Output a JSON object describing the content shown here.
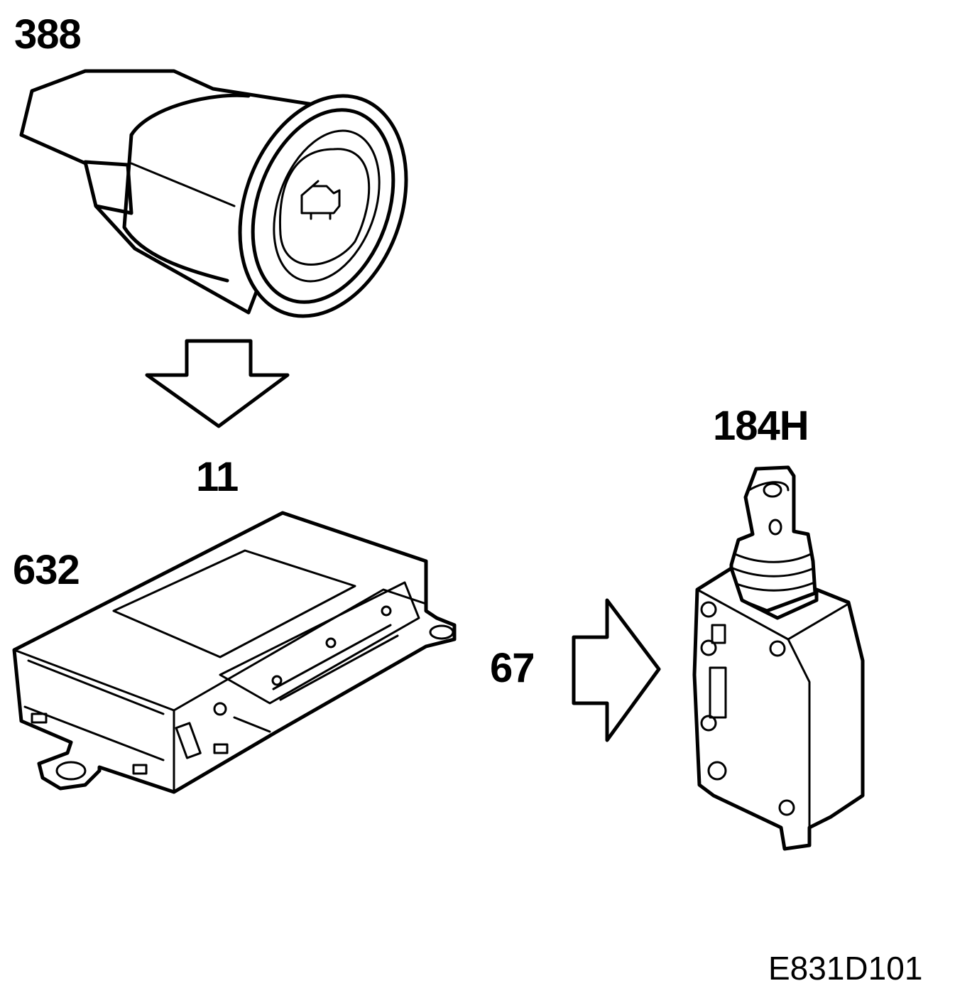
{
  "components": {
    "hood_switch": {
      "ref": "388"
    },
    "control_module": {
      "ref": "632"
    },
    "hood_lock_actuator": {
      "ref": "184H"
    }
  },
  "connections": {
    "switch_to_module": {
      "wire": "11"
    },
    "module_to_actuator": {
      "wire": "67"
    }
  },
  "figure_id": "E831D101"
}
